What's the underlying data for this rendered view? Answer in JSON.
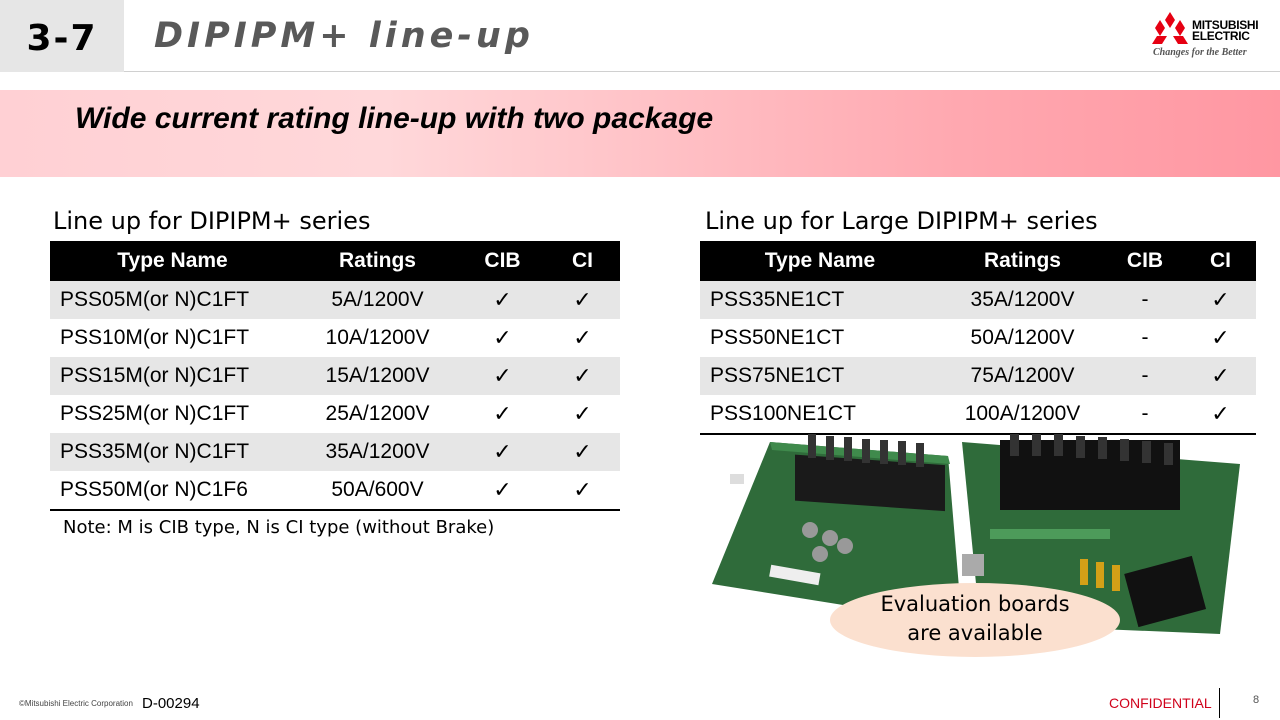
{
  "header": {
    "section": "3-7",
    "title": "DIPIPM+ line-up"
  },
  "logo": {
    "line1": "MITSUBISHI",
    "line2": "ELECTRIC",
    "tagline": "Changes for the Better"
  },
  "banner": {
    "text": "Wide current rating line-up with two package"
  },
  "table_left": {
    "caption": "Line up for DIPIPM+ series",
    "headers": [
      "Type Name",
      "Ratings",
      "CIB",
      "CI"
    ],
    "rows": [
      [
        "PSS05M(or N)C1FT",
        "5A/1200V",
        "✓",
        "✓"
      ],
      [
        "PSS10M(or N)C1FT",
        "10A/1200V",
        "✓",
        "✓"
      ],
      [
        "PSS15M(or N)C1FT",
        "15A/1200V",
        "✓",
        "✓"
      ],
      [
        "PSS25M(or N)C1FT",
        "25A/1200V",
        "✓",
        "✓"
      ],
      [
        "PSS35M(or N)C1FT",
        "35A/1200V",
        "✓",
        "✓"
      ],
      [
        "PSS50M(or N)C1F6",
        "50A/600V",
        "✓",
        "✓"
      ]
    ],
    "note": "Note: M is CIB type, N is CI type (without Brake)"
  },
  "table_right": {
    "caption": "Line up for Large DIPIPM+ series",
    "headers": [
      "Type Name",
      "Ratings",
      "CIB",
      "CI"
    ],
    "rows": [
      [
        "PSS35NE1CT",
        "35A/1200V",
        "-",
        "✓"
      ],
      [
        "PSS50NE1CT",
        "50A/1200V",
        "-",
        "✓"
      ],
      [
        "PSS75NE1CT",
        "75A/1200V",
        "-",
        "✓"
      ],
      [
        "PSS100NE1CT",
        "100A/1200V",
        "-",
        "✓"
      ]
    ]
  },
  "callout": {
    "line1": "Evaluation boards",
    "line2": "are available"
  },
  "footer": {
    "copyright": "©Mitsubishi Electric Corporation",
    "doc_id": "D-00294",
    "confidential": "CONFIDENTIAL",
    "page": "8"
  },
  "colors": {
    "logo_red": "#e60012",
    "confidential_red": "#d0021b",
    "header_black": "#000000",
    "row_shade": "#e6e6e6",
    "pcb_green": "#2f6b3a",
    "callout_fill": "#fbe0cf"
  }
}
